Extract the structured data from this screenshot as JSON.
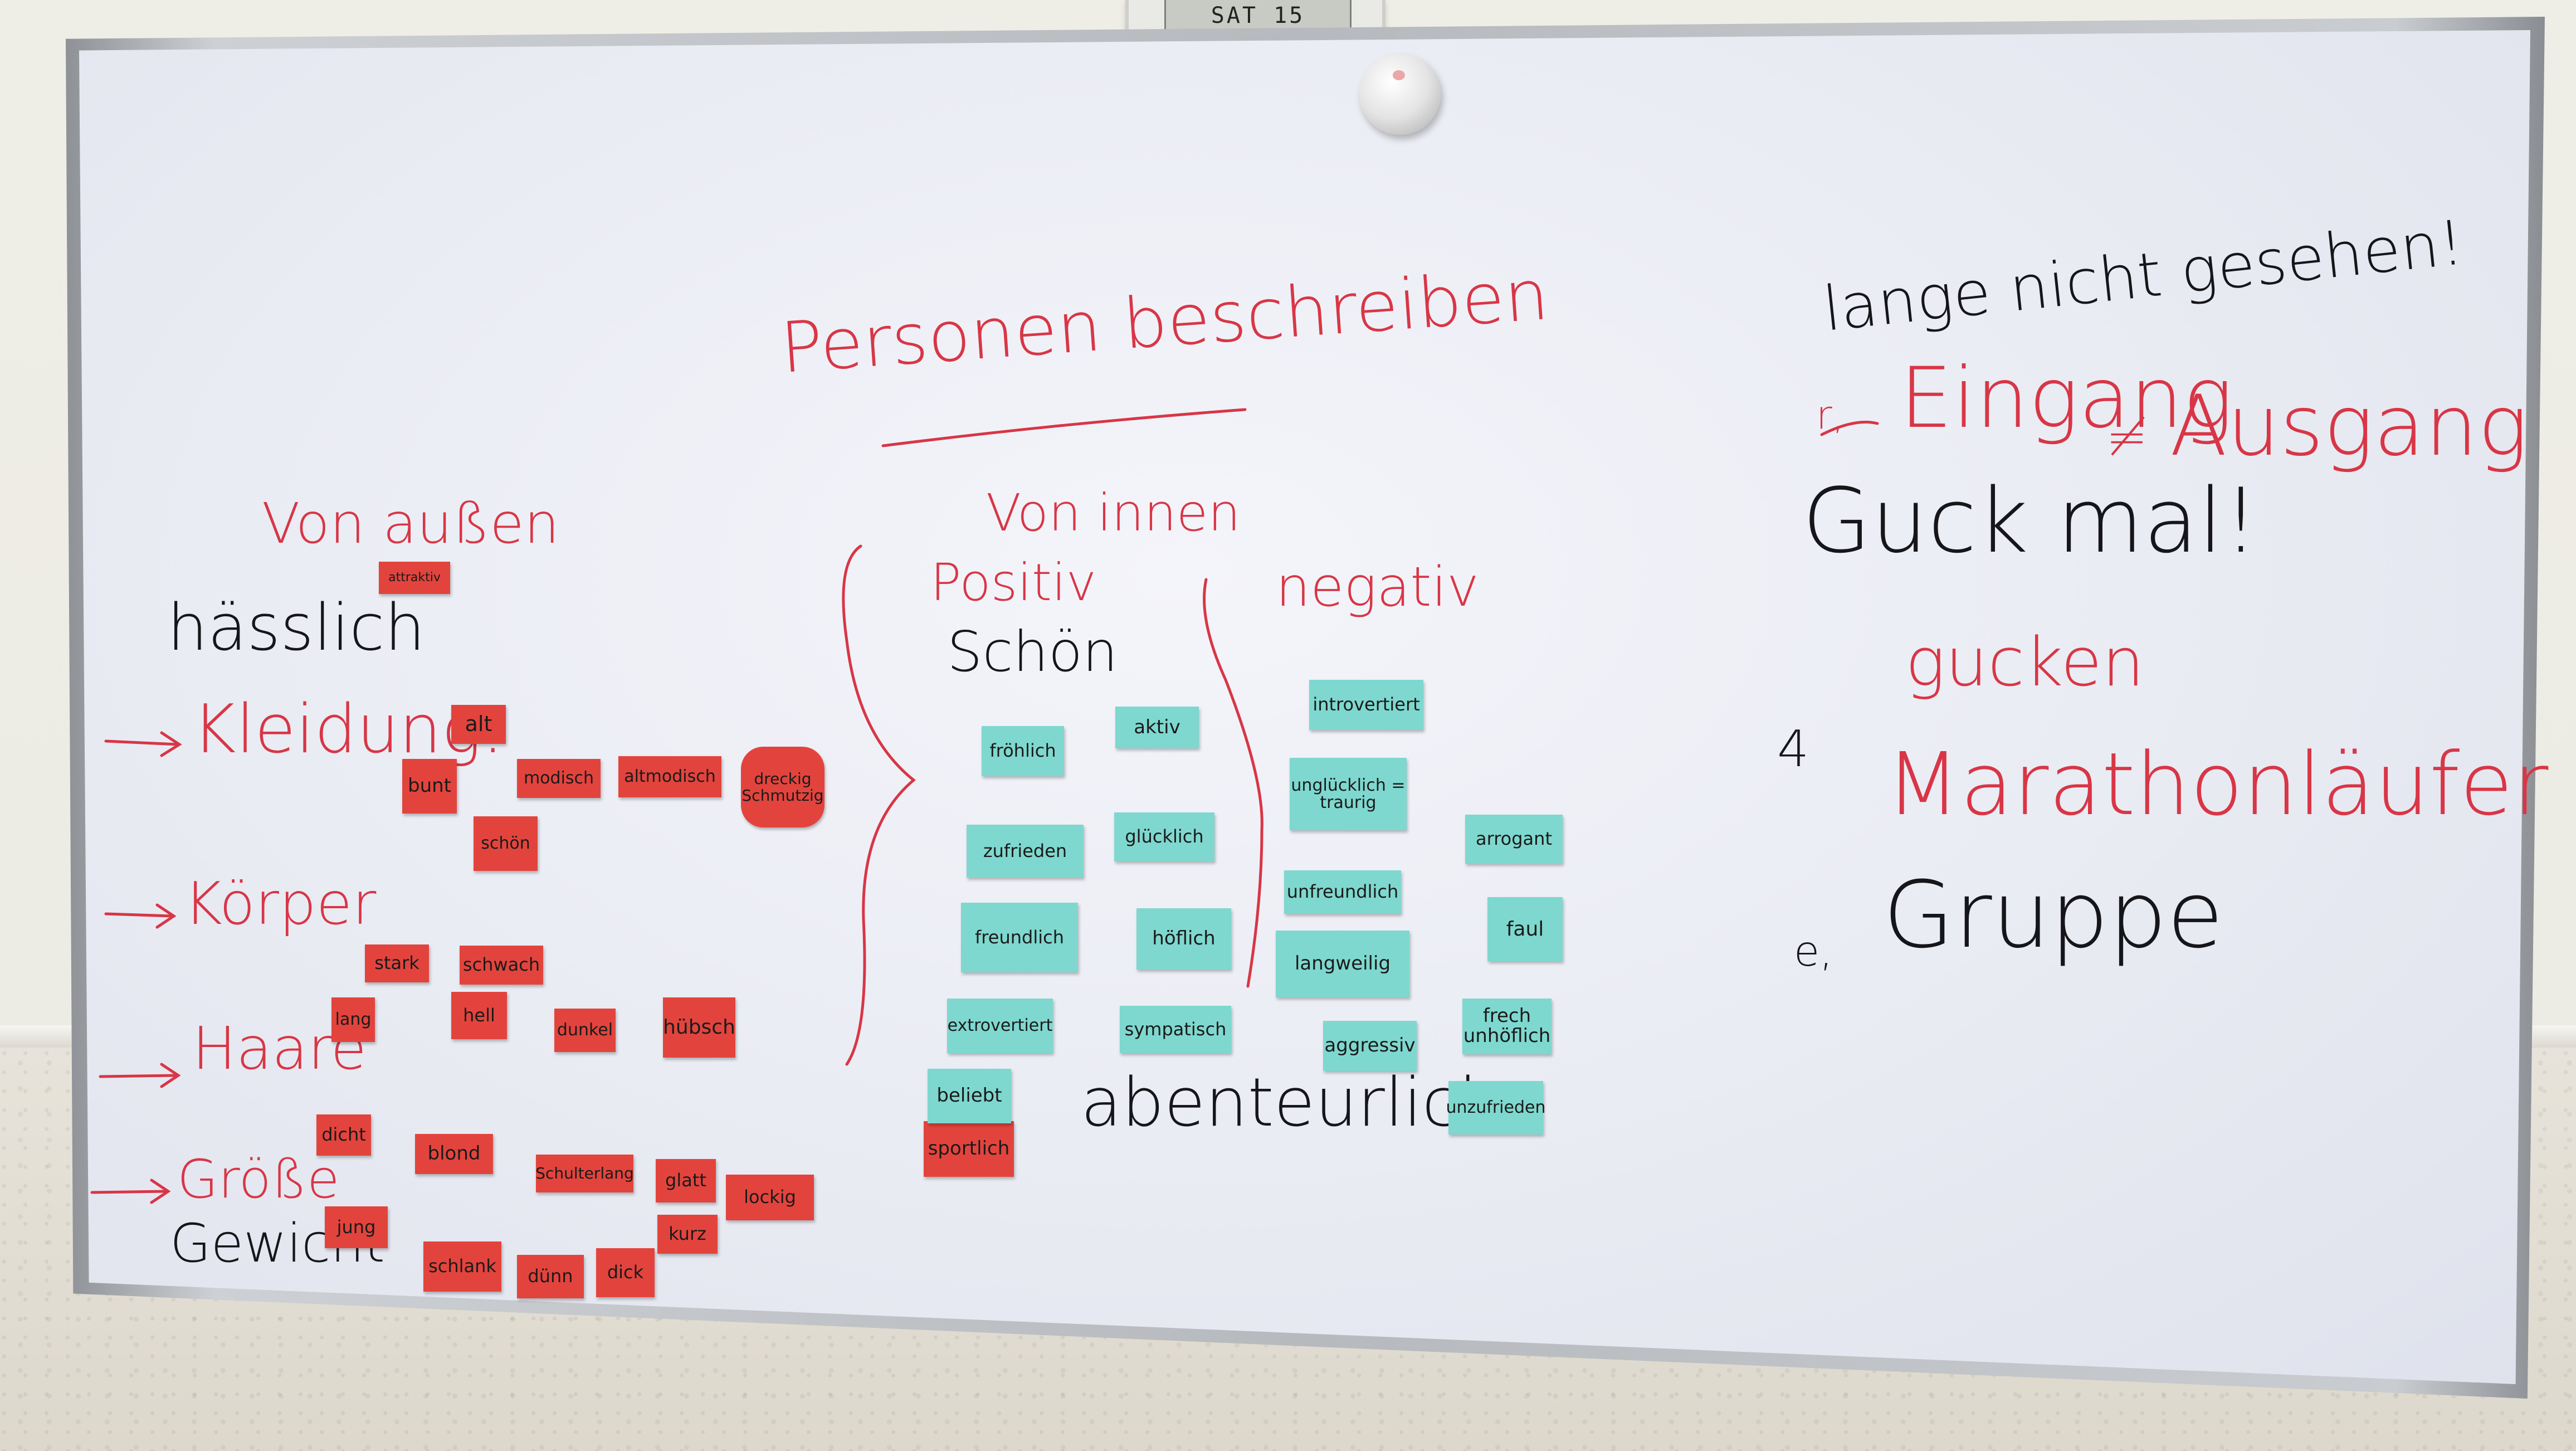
{
  "clock": {
    "display": "SAT 15"
  },
  "board": {
    "title": "Personen beschreiben",
    "left": {
      "heading": "Von außen",
      "word_haesslich": "hässlich",
      "categories": [
        {
          "label": "Kleidung:"
        },
        {
          "label": "Körper"
        },
        {
          "label": "Haare"
        },
        {
          "label": "Größe"
        }
      ],
      "gewicht": "Gewicht"
    },
    "middle": {
      "heading": "Von innen",
      "positiv": "Positiv",
      "negativ": "negativ",
      "schoen": "Schön",
      "abenteuerlich": "abenteurlich"
    },
    "right": {
      "line1": "lange nicht gesehen!",
      "line2_prefix": "r,",
      "line2_a": "Eingang",
      "line2_sym": "≠",
      "line2_b": "Ausgang",
      "line3": "Guck mal!",
      "line4": "gucken",
      "line5_prefix": "4",
      "line5": "Marathonläufer",
      "line6_prefix": "e,",
      "line6": "Gruppe"
    },
    "red_notes": [
      "attraktiv",
      "alt",
      "bunt",
      "modisch",
      "altmodisch",
      "dreckig Schmutzig",
      "schön",
      "stark",
      "schwach",
      "lang",
      "hell",
      "dunkel",
      "hübsch",
      "dicht",
      "blond",
      "Schulterlang",
      "glatt",
      "lockig",
      "jung",
      "kurz",
      "schlank",
      "dünn",
      "dick",
      "sportlich"
    ],
    "blue_notes": [
      "fröhlich",
      "aktiv",
      "introvertiert",
      "unglücklich = traurig",
      "zufrieden",
      "glücklich",
      "arrogant",
      "unfreundlich",
      "freundlich",
      "höflich",
      "langweilig",
      "faul",
      "extrovertiert",
      "sympatisch",
      "aggressiv",
      "frech unhöflich",
      "beliebt",
      "unzufrieden"
    ]
  },
  "colors": {
    "marker_red": "#d83646",
    "marker_black": "#16161a",
    "note_red": "#e2443d",
    "note_blue": "#7ed8cf"
  }
}
